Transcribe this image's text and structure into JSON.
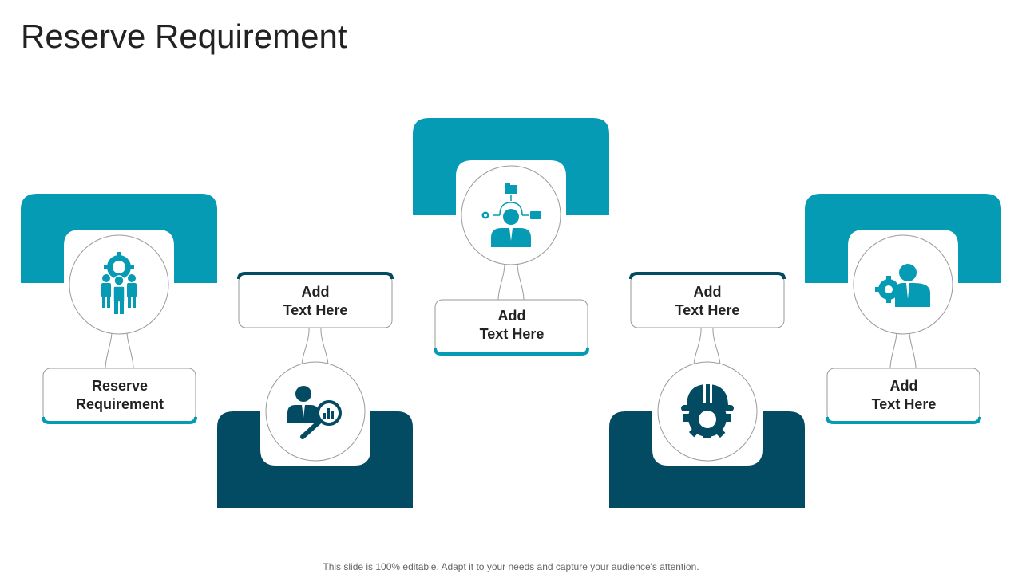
{
  "title": "Reserve Requirement",
  "footer": "This slide is 100% editable. Adapt it to your needs and capture your audience's attention.",
  "colors": {
    "teal": "#069bb4",
    "navy": "#034a63",
    "outline": "#9a9a9a"
  },
  "items": [
    {
      "label": "Reserve\nRequirement",
      "icon": "team-gear-icon"
    },
    {
      "label": "Add\nText Here",
      "icon": "analyst-magnifier-icon"
    },
    {
      "label": "Add\nText Here",
      "icon": "manager-workflow-icon"
    },
    {
      "label": "Add\nText Here",
      "icon": "gear-helmet-icon"
    },
    {
      "label": "Add\nText Here",
      "icon": "businessman-gear-icon"
    }
  ]
}
